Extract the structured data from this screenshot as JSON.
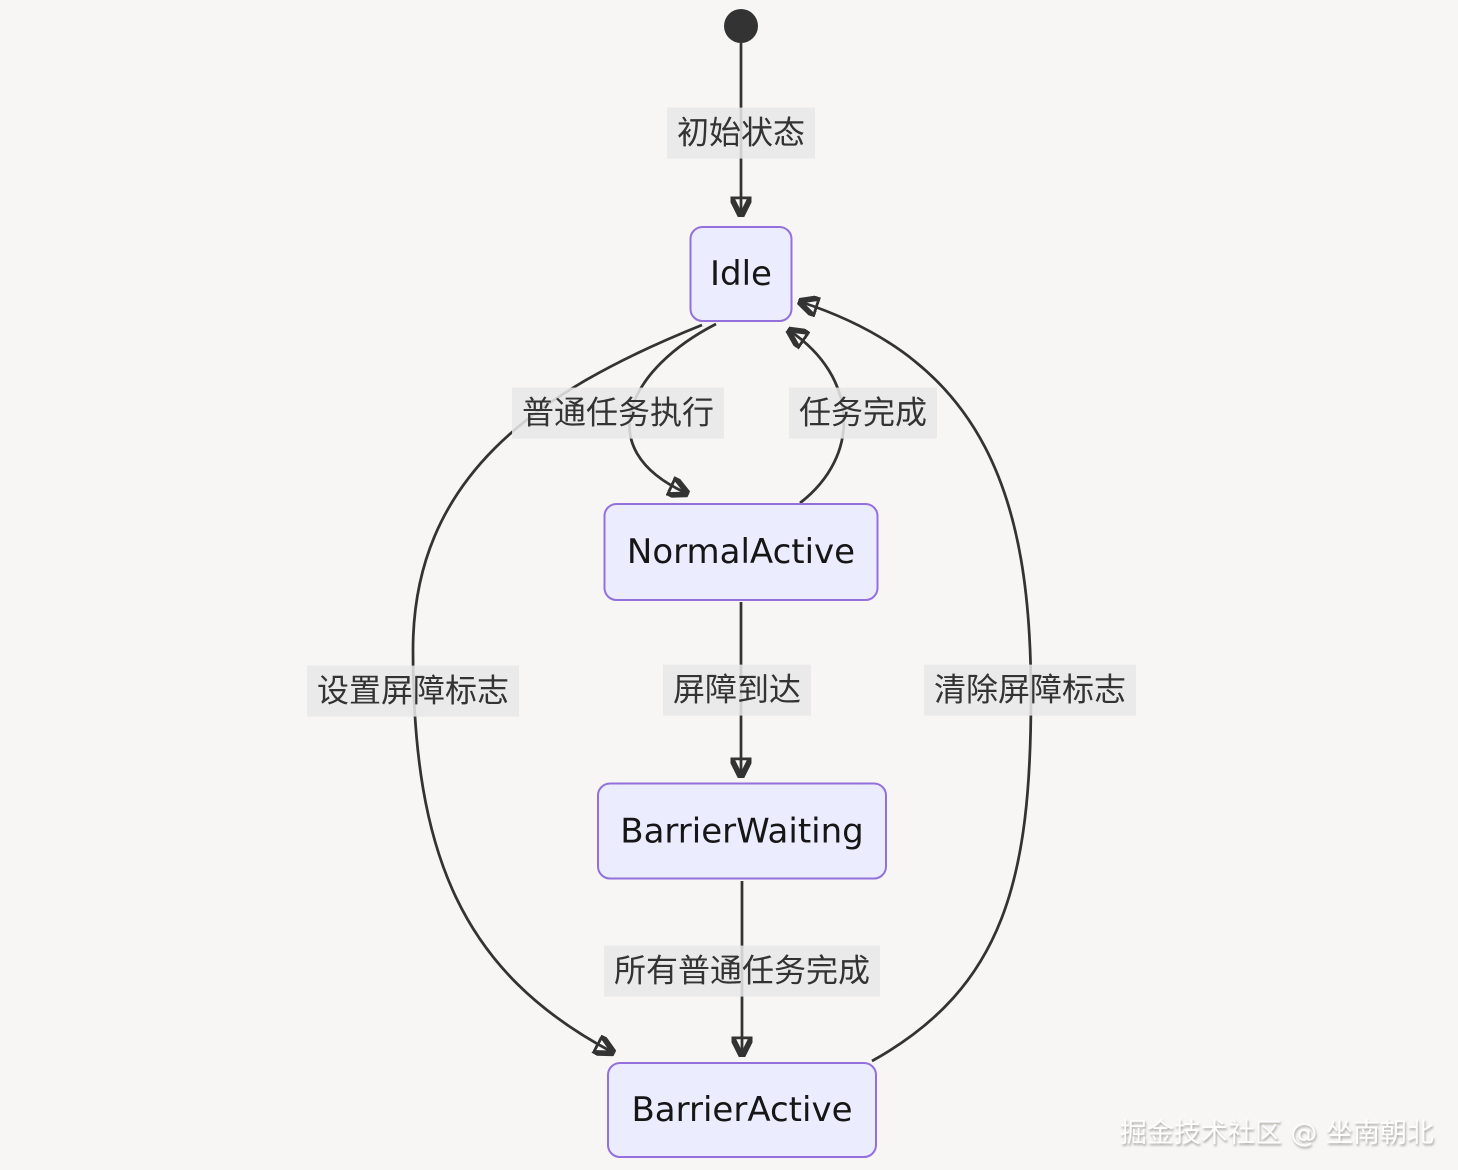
{
  "diagram": {
    "type": "state-diagram",
    "colors": {
      "background": "#f7f6f4",
      "node_fill": "#ececff",
      "node_border": "#9370db",
      "edge": "#333333",
      "edge_label_bg": "#e8e8e8",
      "edge_label_text": "#333333",
      "node_text": "#161616",
      "initial_dot": "#333333"
    },
    "nodes": [
      {
        "id": "idle",
        "label": "Idle"
      },
      {
        "id": "normal-active",
        "label": "NormalActive"
      },
      {
        "id": "barrier-waiting",
        "label": "BarrierWaiting"
      },
      {
        "id": "barrier-active",
        "label": "BarrierActive"
      }
    ],
    "edges": [
      {
        "from": "start",
        "to": "Idle",
        "label": "初始状态"
      },
      {
        "from": "Idle",
        "to": "NormalActive",
        "label": "普通任务执行"
      },
      {
        "from": "NormalActive",
        "to": "Idle",
        "label": "任务完成"
      },
      {
        "from": "Idle",
        "to": "BarrierActive",
        "label": "设置屏障标志"
      },
      {
        "from": "NormalActive",
        "to": "BarrierWaiting",
        "label": "屏障到达"
      },
      {
        "from": "BarrierActive",
        "to": "Idle",
        "label": "清除屏障标志"
      },
      {
        "from": "BarrierWaiting",
        "to": "BarrierActive",
        "label": "所有普通任务完成"
      }
    ],
    "watermark": "掘金技术社区 @ 坐南朝北"
  }
}
